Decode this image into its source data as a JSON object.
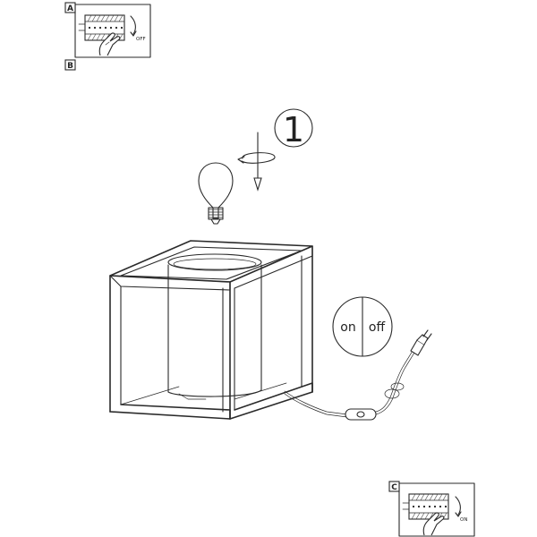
{
  "panels": {
    "a": {
      "tag": "A",
      "state_label": "OFF"
    },
    "b": {
      "tag": "B"
    },
    "c": {
      "tag": "C",
      "state_label": "ON"
    }
  },
  "step": {
    "number": "1"
  },
  "switch_badge": {
    "on_label": "on",
    "off_label": "off"
  }
}
